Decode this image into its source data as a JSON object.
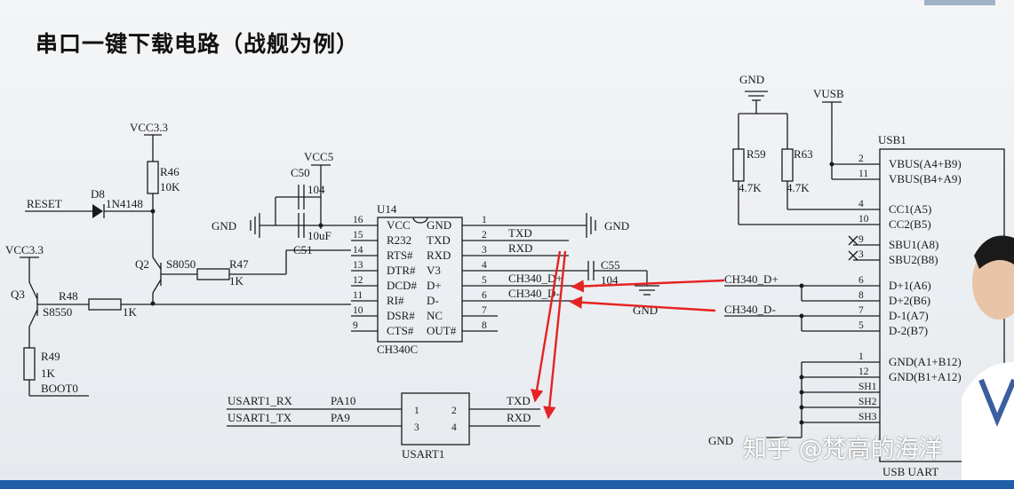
{
  "title": "串口一键下载电路（战舰为例）",
  "watermark": "知乎 @梵高的海洋",
  "components": {
    "vcc33_top": "VCC3.3",
    "r46": "R46",
    "r46_val": "10K",
    "reset": "RESET",
    "d8": "D8",
    "d8_val": "1N4148",
    "q2": "Q2",
    "q2_val": "S8050",
    "r47": "R47",
    "r47_val": "1K",
    "vcc33_left": "VCC3.3",
    "q3": "Q3",
    "q3_val": "S8550",
    "r48": "R48",
    "r48_val": "1K",
    "r49": "R49",
    "r49_val": "1K",
    "boot0": "BOOT0",
    "vcc5": "VCC5",
    "c50": "C50",
    "c50_val": "104",
    "c51": "C51",
    "c51_val": "10uF",
    "gnd_left": "GND",
    "u14": "U14",
    "ch340c": "CH340C",
    "gnd_right": "GND",
    "c55": "C55",
    "c55_val": "104",
    "gnd_c55": "GND",
    "txd_net": "TXD",
    "rxd_net": "RXD",
    "dp_net": "CH340_D+",
    "dm_net": "CH340_D-",
    "usart1_rx": "USART1_RX",
    "usart1_tx": "USART1_TX",
    "pa10": "PA10",
    "pa9": "PA9",
    "usart1": "USART1",
    "gnd_usb": "GND",
    "vusb": "VUSB",
    "r59": "R59",
    "r59_val": "4.7K",
    "r63": "R63",
    "r63_val": "4.7K",
    "usb1": "USB1",
    "usb_uart": "USB UART",
    "usb_dp": "CH340_D+",
    "usb_dm": "CH340_D-",
    "gnd_usb_bottom": "GND"
  },
  "ch340_left_pins": [
    {
      "num": "16",
      "name": "VCC"
    },
    {
      "num": "15",
      "name": "R232"
    },
    {
      "num": "14",
      "name": "RTS#"
    },
    {
      "num": "13",
      "name": "DTR#"
    },
    {
      "num": "12",
      "name": "DCD#"
    },
    {
      "num": "11",
      "name": "RI#"
    },
    {
      "num": "10",
      "name": "DSR#"
    },
    {
      "num": "9",
      "name": "CTS#"
    }
  ],
  "ch340_right_pins": [
    {
      "num": "1",
      "name": "GND"
    },
    {
      "num": "2",
      "name": "TXD"
    },
    {
      "num": "3",
      "name": "RXD"
    },
    {
      "num": "4",
      "name": "V3"
    },
    {
      "num": "5",
      "name": "D+"
    },
    {
      "num": "6",
      "name": "D-"
    },
    {
      "num": "7",
      "name": "NC"
    },
    {
      "num": "8",
      "name": "OUT#"
    }
  ],
  "header_pins": [
    "1",
    "2",
    "3",
    "4"
  ],
  "header_right_labels": [
    "TXD",
    "RXD"
  ],
  "usb_pins": [
    {
      "num": "2",
      "name": "VBUS(A4+B9)"
    },
    {
      "num": "11",
      "name": "VBUS(B4+A9)"
    },
    {
      "num": "4",
      "name": "CC1(A5)"
    },
    {
      "num": "10",
      "name": "CC2(B5)"
    },
    {
      "num": "9",
      "name": "SBU1(A8)"
    },
    {
      "num": "3",
      "name": "SBU2(B8)"
    },
    {
      "num": "6",
      "name": "D+1(A6)"
    },
    {
      "num": "8",
      "name": "D+2(B6)"
    },
    {
      "num": "7",
      "name": "D-1(A7)"
    },
    {
      "num": "5",
      "name": "D-2(B7)"
    },
    {
      "num": "1",
      "name": "GND(A1+B12)"
    },
    {
      "num": "12",
      "name": "GND(B1+A12)"
    },
    {
      "num": "SH1",
      "name": ""
    },
    {
      "num": "SH2",
      "name": ""
    },
    {
      "num": "SH3",
      "name": ""
    }
  ],
  "colors": {
    "annotation_arrow": "#e62222",
    "title": "#111111",
    "bottom_bar": "#1f5fa8"
  }
}
